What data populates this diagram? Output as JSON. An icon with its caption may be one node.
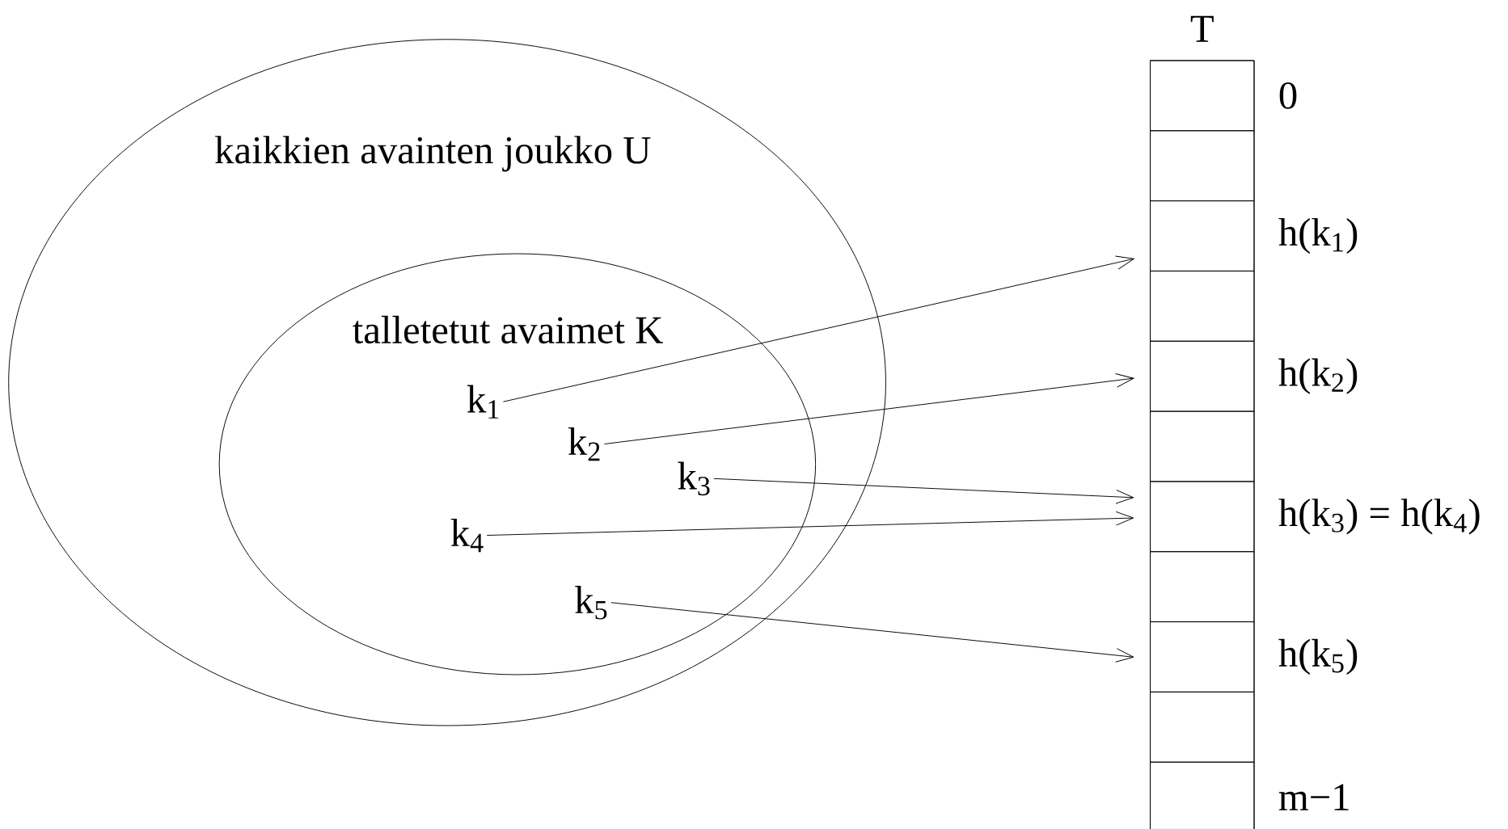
{
  "diagram": {
    "nodes": [
      {
        "text": [
          "kaikkien avainten joukko U"
        ]
      },
      {
        "text": [
          "talletetut avaimet K"
        ],
        "in": 0
      },
      {
        "text": [
          "k$_{1}$"
        ],
        "in": 1
      },
      {
        "text": [
          "k$_{2}$"
        ],
        "in": 1
      },
      {
        "text": [
          "k$_{3}$"
        ],
        "in": 1
      },
      {
        "text": [
          "k$_{4}$"
        ],
        "in": 1
      },
      {
        "text": [
          "k$_{5}$"
        ],
        "in": 1
      },
      {
        "text": [
          "T"
        ]
      },
      {
        "text": [],
        "shape": "box",
        "in": 7,
        "beside": [
          "0"
        ]
      },
      {
        "text": [],
        "shape": "box",
        "in": 7
      },
      {
        "text": [],
        "shape": "box",
        "in": 7,
        "beside": [
          "h(k$_{1}$)"
        ]
      },
      {
        "text": [],
        "shape": "box",
        "in": 7
      },
      {
        "text": [],
        "shape": "box",
        "in": 7,
        "beside": [
          "h(k$_{2}$)"
        ]
      },
      {
        "text": [],
        "shape": "box",
        "in": 7
      },
      {
        "text": [],
        "shape": "box",
        "in": 7,
        "beside": [
          "h(k$_{3}$) = h(k$_{4}$)"
        ]
      },
      {
        "text": [],
        "shape": "box",
        "in": 7
      },
      {
        "text": [],
        "shape": "box",
        "in": 7,
        "beside": [
          "h(k$_{5}$)"
        ]
      },
      {
        "text": [],
        "shape": "box",
        "in": 7
      },
      {
        "text": [],
        "shape": "box",
        "in": 7,
        "beside": [
          "m−1"
        ]
      }
    ],
    "edges": [
      {
        "from": 2,
        "to": 10,
        "arrow": "to"
      },
      {
        "from": 3,
        "to": 12,
        "arrow": "to"
      },
      {
        "from": 4,
        "to": 14,
        "arrow": "to"
      },
      {
        "from": 5,
        "to": 14,
        "arrow": "to"
      },
      {
        "from": 6,
        "to": 16,
        "arrow": "to"
      }
    ]
  }
}
